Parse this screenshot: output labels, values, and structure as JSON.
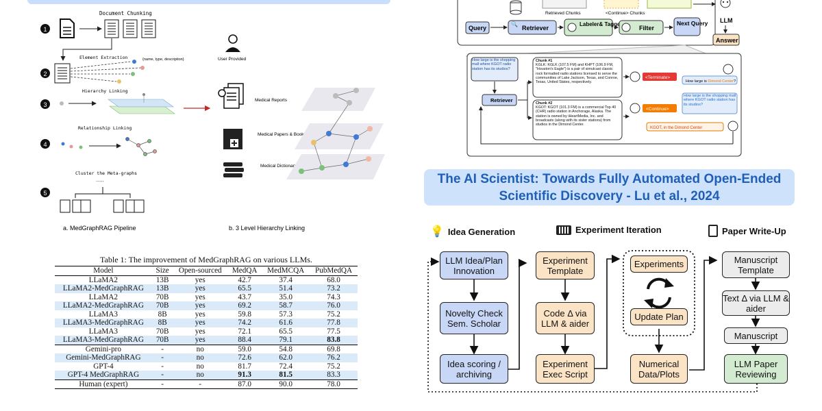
{
  "left": {
    "pipeline": {
      "doc_chunking": "Document Chunking",
      "element_extraction": "Element Extraction",
      "element_tuple": "{name, type, description}",
      "hierarchy_linking": "Hierarchy Linking",
      "relationship_linking": "Relationship Linking",
      "cluster": "Cluster the Meta-graphs",
      "dots": "......",
      "steps": [
        "1",
        "2",
        "3",
        "4",
        "5"
      ],
      "caption": "a. MedGraphRAG Pipeline"
    },
    "hierarchy": {
      "user_provided": "User Provided",
      "medical_reports": "Medical Reports",
      "medical_papers": "Medical Papers & Books",
      "medical_dictionary": "Medical Dictionary",
      "caption": "b. 3 Level Hierarchy Linking"
    },
    "table": {
      "caption": "Table 1: The improvement of MedGraphRAG on various LLMs.",
      "headers": [
        "Model",
        "Size",
        "Open-sourced",
        "MedQA",
        "MedMCQA",
        "PubMedQA"
      ],
      "rows": [
        [
          "LLaMA2",
          "13B",
          "yes",
          "42.7",
          "37.4",
          "68.0"
        ],
        [
          "LLaMA2-MedGraphRAG",
          "13B",
          "yes",
          "65.5",
          "51.4",
          "73.2"
        ],
        [
          "LLaMA2",
          "70B",
          "yes",
          "43.7",
          "35.0",
          "74.3"
        ],
        [
          "LLaMA2-MedGraphRAG",
          "70B",
          "yes",
          "69.2",
          "58.7",
          "76.0"
        ],
        [
          "LLaMA3",
          "8B",
          "yes",
          "59.8",
          "57.3",
          "75.2"
        ],
        [
          "LLaMA3-MedGraphRAG",
          "8B",
          "yes",
          "74.2",
          "61.6",
          "77.8"
        ],
        [
          "LLaMA3",
          "70B",
          "yes",
          "72.1",
          "65.5",
          "77.5"
        ],
        [
          "LLaMA3-MedGraphRAG",
          "70B",
          "yes",
          "88.4",
          "79.1",
          "83.8"
        ],
        [
          "Gemini-pro",
          "-",
          "no",
          "59.0",
          "54.8",
          "69.8"
        ],
        [
          "Gemini-MedGraphRAG",
          "-",
          "no",
          "72.6",
          "62.0",
          "76.2"
        ],
        [
          "GPT-4",
          "-",
          "no",
          "81.7",
          "72.4",
          "75.2"
        ],
        [
          "GPT-4 MedGraphRAG",
          "-",
          "no",
          "91.3",
          "81.5",
          "83.3"
        ],
        [
          "Human (expert)",
          "-",
          "-",
          "87.0",
          "90.0",
          "78.0"
        ]
      ],
      "bold_cells": [
        [
          7,
          5
        ],
        [
          11,
          3
        ],
        [
          11,
          4
        ]
      ],
      "band_rows": [
        1,
        3,
        5,
        7,
        9,
        11
      ],
      "separator_rows": [
        8,
        12
      ]
    }
  },
  "retrieval": {
    "retrieved_chunks": "Retrieved Chunks",
    "continue_chunks": "<Continue> Chunks",
    "llm": "LLM",
    "answer": "Answer",
    "query": "Query",
    "retriever": "Retriever",
    "labeler": "Labeler& Tagger",
    "filter": "Filter",
    "next_query": "Next Query",
    "question": "How large is the shopping mall where KGOT radio station has its studios?",
    "chunk1_title": "Chunk #1",
    "chunk1_text": "KGLK: KGLK (107.5 FM) and KHPT (106.9 FM, \"Houston's Eagle\") is a pair of simulcast classic rock formatted radio stations licensed to serve the communities of Lake Jackson, Texas, and Conroe, Texas, United States, respectively.",
    "chunk2_title": "Chunk #2",
    "chunk2_text": "KGOT: KGOT (101.3 FM) is a commercial Top 40 (CHR) radio station in Anchorage, Alaska. The station is owned by iHeartMedia, Inc. and broadcasts (along with its sister stations) from studios in the Dimond Center.",
    "terminate": "<Terminate>",
    "continue": "<Continue>",
    "q2_prefix": "How large is ",
    "q2_highlight": "Dimond Center",
    "q2_suffix": "?",
    "q3": "How large is the shopping mall where KGOT radio station has its studios?",
    "kgot_tag": "KGOT, in the Dimond Center"
  },
  "ai_scientist": {
    "title": "The AI Scientist: Towards Fully Automated Open-Ended Scientific Discovery - Lu et al., 2024",
    "sections": {
      "idea": "Idea Generation",
      "experiment": "Experiment Iteration",
      "paper": "Paper Write-Up"
    },
    "nodes": {
      "idea_innovation": "LLM Idea/Plan Innovation",
      "novelty": "Novelty Check Sem. Scholar",
      "idea_scoring": "Idea scoring / archiving",
      "exp_template": "Experiment Template",
      "code_delta": "Code Δ via LLM & aider",
      "exec_script": "Experiment Exec Script",
      "experiments": "Experiments",
      "update_plan": "Update Plan",
      "numerical": "Numerical Data/Plots",
      "manuscript_template": "Manuscript Template",
      "text_delta": "Text Δ via LLM & aider",
      "manuscript": "Manuscript",
      "llm_review": "LLM Paper Reviewing"
    },
    "colors": {
      "blue": "#c7d7f5",
      "orange": "#fbe3c5",
      "grey": "#ececec",
      "green": "#d3ecd1",
      "title_text": "#1f5fb8",
      "title_bg": "#cfe2fb"
    }
  }
}
